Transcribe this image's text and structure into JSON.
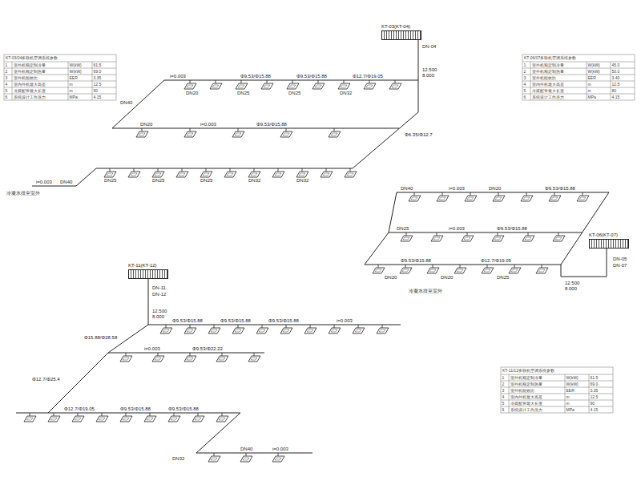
{
  "diagram": {
    "nodes": [
      {
        "text": [
          "KT-03(KT-04)"
        ]
      },
      {
        "text": [
          "KT-06(KT-07)"
        ]
      },
      {
        "text": [
          "KT-11(KT-12)"
        ]
      }
    ],
    "labels": [
      "KT-03/04多联机空调系统参数",
      "1",
      "室外机额定制冷量",
      "W(kW)",
      "61.5",
      "2",
      "室外机额定制热量",
      "W(kW)",
      "69.0",
      "3",
      "室外机能效比",
      "EER",
      "3.35",
      "4",
      "室内外机最大高差",
      "m",
      "12.5",
      "5",
      "冷媒配管最大长度",
      "m",
      "90",
      "6",
      "系统设计工作压力",
      "MPa",
      "4.15",
      "KT-06/07多联机空调系统参数",
      "1",
      "室外机额定制冷量",
      "W(kW)",
      "45.0",
      "2",
      "室外机额定制热量",
      "W(kW)",
      "50.0",
      "3",
      "室外机能效比",
      "EER",
      "3.40",
      "4",
      "室内外机最大高差",
      "m",
      "12.5",
      "5",
      "冷媒配管最大长度",
      "m",
      "80",
      "6",
      "系统设计工作压力",
      "MPa",
      "4.15",
      "KT-11/12多联机空调系统参数",
      "1",
      "室外机额定制冷量",
      "W(kW)",
      "61.5",
      "2",
      "室外机额定制热量",
      "W(kW)",
      "69.0",
      "3",
      "室外机能效比",
      "EER",
      "3.35",
      "4",
      "室内外机最大高差",
      "m",
      "12.5",
      "5",
      "冷媒配管最大长度",
      "m",
      "90",
      "6",
      "系统设计工作压力",
      "MPa",
      "4.15",
      "DN-04",
      "12.500",
      "8.000",
      "i=0.003",
      "Φ9.53/Φ15.88",
      "Φ9.53/Φ15.88",
      "Φ12.7/Φ19.05",
      "DN20",
      "DN25",
      "DN25",
      "DN32",
      "DN40",
      "DN20",
      "i=0.003",
      "Φ9.53/Φ15.88",
      "Φ6.35/Φ12.7",
      "DN25",
      "DN25",
      "DN25",
      "DN32",
      "DN32",
      "i=0.003",
      "DN40",
      "冷凝水排至室外",
      "DN40",
      "i=0.003",
      "DN20",
      "Φ9.53/Φ15.88",
      "DN25",
      "i=0.003",
      "Φ9.53/Φ15.88",
      "Φ9.53/Φ15.88",
      "Φ12.7/Φ19.05",
      "DN20",
      "DN20",
      "DN25",
      "DN-05",
      "DN-07",
      "12.500",
      "8.000",
      "冷凝水排至室外",
      "DN-11",
      "DN-12",
      "12.500",
      "8.000",
      "Φ9.53/Φ15.88",
      "Φ9.53/Φ15.88",
      "Φ9.53/Φ15.88",
      "i=0.003",
      "Φ15.88/Φ28.58",
      "i=0.003",
      "Φ9.53/Φ22.22",
      "Φ12.7/Φ25.4",
      "Φ12.7/Φ19.05",
      "Φ9.53/Φ15.88",
      "Φ9.53/Φ15.88",
      "DN32",
      "DN40",
      "i=0.003"
    ]
  }
}
